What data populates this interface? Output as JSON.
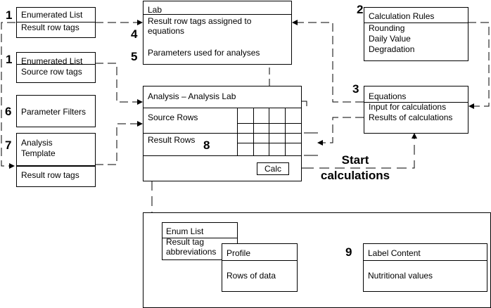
{
  "boxes": {
    "enum_result": {
      "title": "Enumerated List",
      "line1": "Result row  tags"
    },
    "enum_source": {
      "title": "Enumerated List",
      "line1": "Source row  tags"
    },
    "param_filters": {
      "title": "Parameter Filters"
    },
    "analysis_template": {
      "title_line1": "Analysis",
      "title_line2": "Template",
      "line1": "Result row  tags"
    },
    "lab": {
      "title": "Lab",
      "line1": "Result row  tags assigned to",
      "line2": "equations",
      "line3": "Parameters used for analyses"
    },
    "calc_rules": {
      "title": "Calculation Rules",
      "items": [
        "Rounding",
        "Daily Value",
        "Degradation"
      ]
    },
    "equations": {
      "title": "Equations",
      "line1": "Input for calculations",
      "line2": "Results of calculations"
    },
    "analysis": {
      "title": "Analysis – Analysis Lab",
      "source_rows": "Source Rows",
      "result_rows": "Result Rows",
      "calc_button": "Calc"
    },
    "enum_list": {
      "title": "Enum List",
      "line1": "Result tag",
      "line2": "abbreviations"
    },
    "profile": {
      "title": "Profile",
      "line1": "Rows of data"
    },
    "label_content": {
      "title": "Label Content",
      "line1": "Nutritional values"
    }
  },
  "step_numbers": {
    "n1a": "1",
    "n1b": "1",
    "n2": "2",
    "n3": "3",
    "n4": "4",
    "n5": "5",
    "n6": "6",
    "n7": "7",
    "n8": "8",
    "n9": "9"
  },
  "annotations": {
    "start_line1": "Start",
    "start_line2": "calculations"
  }
}
